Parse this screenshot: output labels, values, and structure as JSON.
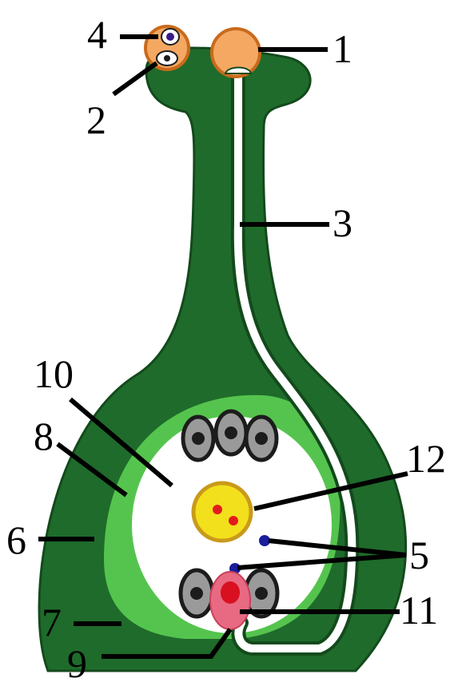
{
  "colors": {
    "background": "#ffffff",
    "pistil_outer": "#1f6b2b",
    "pistil_dark": "#134a1c",
    "ovule_wall": "#55c44e",
    "embryo_sac": "#ffffff",
    "pollen_orange": "#f4a862",
    "pollen_rim": "#c96a1c",
    "pollen_tube": "#ffffff",
    "central_cell": "#f2e01c",
    "central_rim": "#c99a1a",
    "nucleus_red": "#e21c1c",
    "egg_cell": "#e86a82",
    "egg_nucleus": "#d81020",
    "sperm_blue": "#1a1e9c",
    "antipodal_gray": "#9a9a9a",
    "antipodal_rim": "#1c1c1c",
    "label_line": "#000000"
  },
  "labels": {
    "l1": "1",
    "l2": "2",
    "l3": "3",
    "l4": "4",
    "l5": "5",
    "l6": "6",
    "l7": "7",
    "l8": "8",
    "l9": "9",
    "l10": "10",
    "l11": "11",
    "l12": "12"
  }
}
